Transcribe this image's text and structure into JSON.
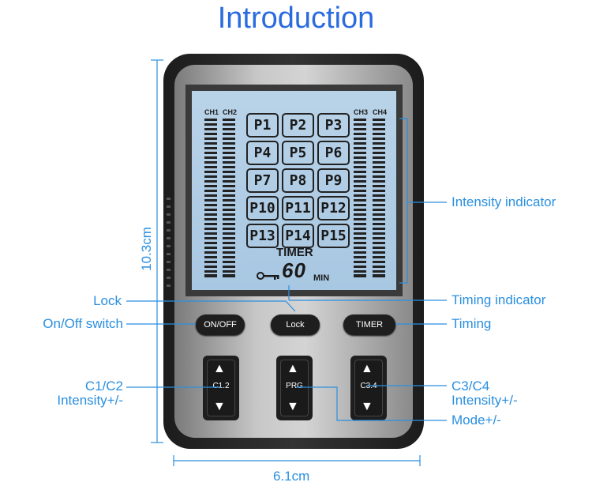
{
  "title": "Introduction",
  "lcd": {
    "channels_left": [
      "CH1",
      "CH2"
    ],
    "channels_right": [
      "CH3",
      "CH4"
    ],
    "programs": [
      "P1",
      "P2",
      "P3",
      "P4",
      "P5",
      "P6",
      "P7",
      "P8",
      "P9",
      "P10",
      "P11",
      "P12",
      "P13",
      "P14",
      "P15"
    ],
    "timer_label": "TIMER",
    "timer_value": "60",
    "timer_unit": "MIN"
  },
  "buttons": {
    "onoff": "ON/OFF",
    "lock": "Lock",
    "timer": "TIMER"
  },
  "rockers": {
    "left": "C1.2",
    "middle": "PRG",
    "right": "C3.4"
  },
  "annotations": {
    "intensity_indicator": "Intensity indicator",
    "lock": "Lock",
    "timing_indicator": "Timing indicator",
    "onoff_switch": "On/Off switch",
    "timing": "Timing",
    "c1c2_line1": "C1/C2",
    "c1c2_line2": "Intensity+/-",
    "c3c4_line1": "C3/C4",
    "c3c4_line2": "Intensity+/-",
    "mode": "Mode+/-"
  },
  "dimensions": {
    "height": "10.3cm",
    "width": "6.1cm"
  },
  "colors": {
    "label_blue": "#2a8fe0",
    "title_blue": "#2b6be0"
  }
}
